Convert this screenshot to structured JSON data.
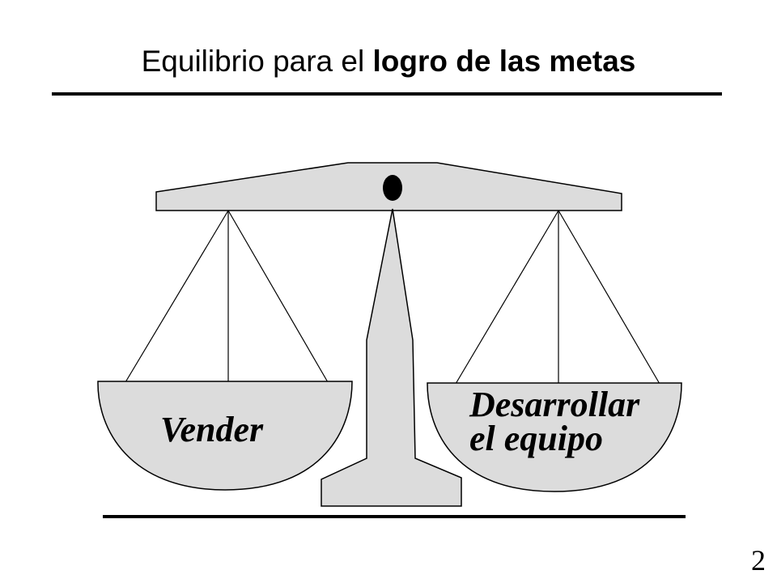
{
  "title": {
    "prefix": "Equilibrio para el ",
    "emphasis": "logro de las metas"
  },
  "scale": {
    "left_pan_label": "Vender",
    "right_pan_label_line1": "Desarrollar",
    "right_pan_label_line2": "el equipo",
    "fill_color": "#dcdcdc",
    "stroke_color": "#000000"
  },
  "slide_number": "2"
}
